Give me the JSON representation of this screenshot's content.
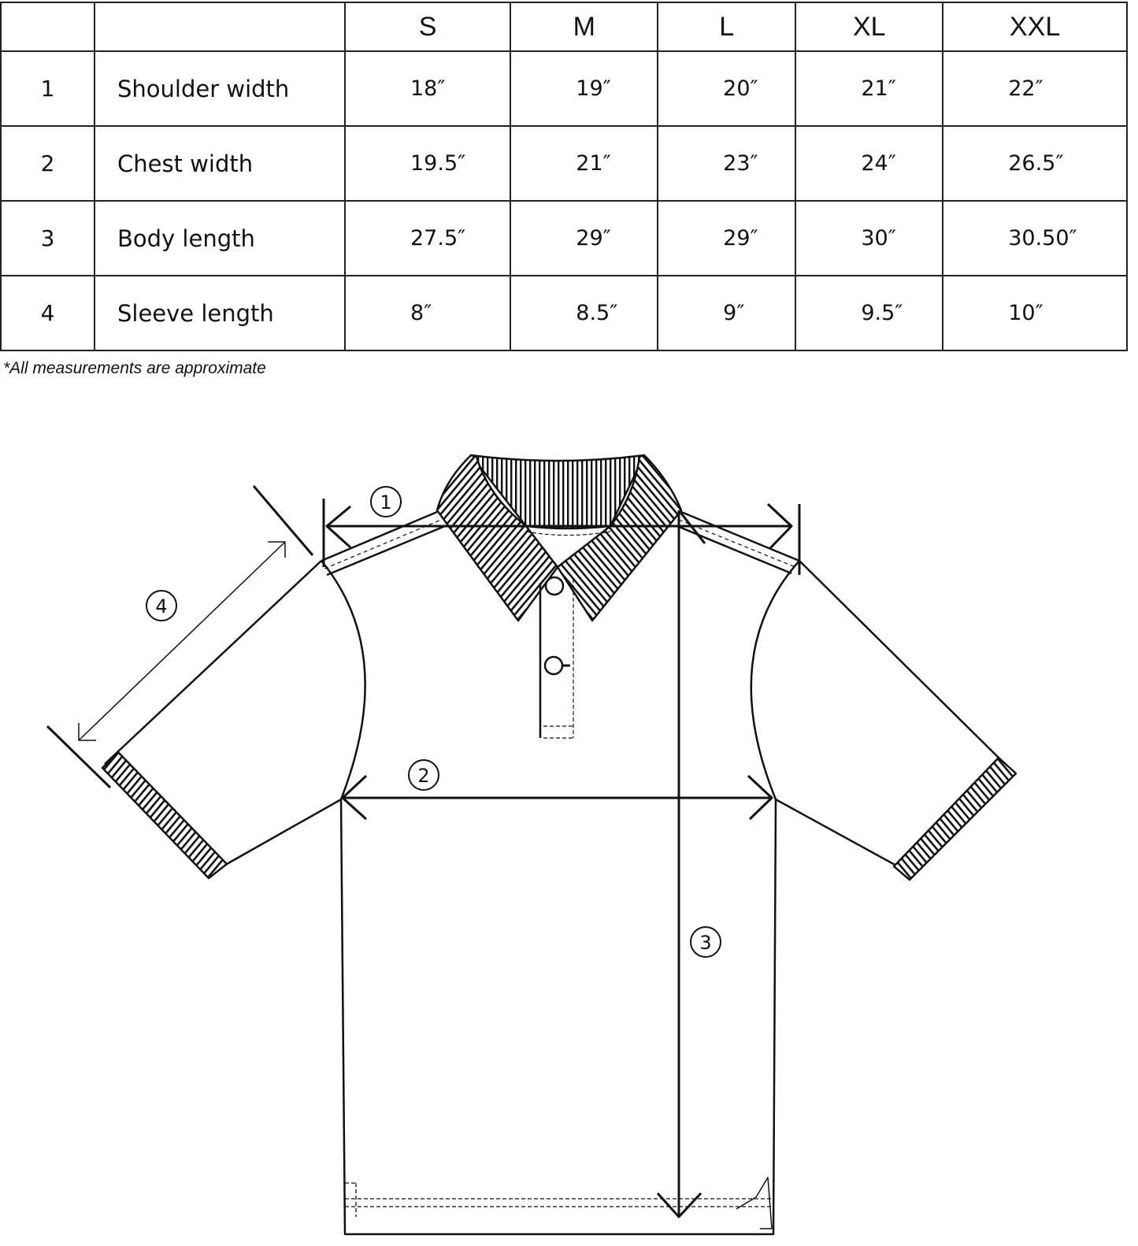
{
  "table": {
    "sizes": [
      "S",
      "M",
      "L",
      "XL",
      "XXL"
    ],
    "rows": [
      {
        "num": "1",
        "label": "Shoulder width",
        "values": [
          "18″",
          "19″",
          "20″",
          "21″",
          "22″"
        ]
      },
      {
        "num": "2",
        "label": "Chest width",
        "values": [
          "19.5″",
          "21″",
          "23″",
          "24″",
          "26.5″"
        ]
      },
      {
        "num": "3",
        "label": "Body length",
        "values": [
          "27.5″",
          "29″",
          "29″",
          "30″",
          "30.50″"
        ]
      },
      {
        "num": "4",
        "label": "Sleeve length",
        "values": [
          "8″",
          "8.5″",
          "9″",
          "9.5″",
          "10″"
        ]
      }
    ]
  },
  "note": "*All measurements are approximate",
  "diagram": {
    "markers": [
      "1",
      "2",
      "3",
      "4"
    ]
  }
}
